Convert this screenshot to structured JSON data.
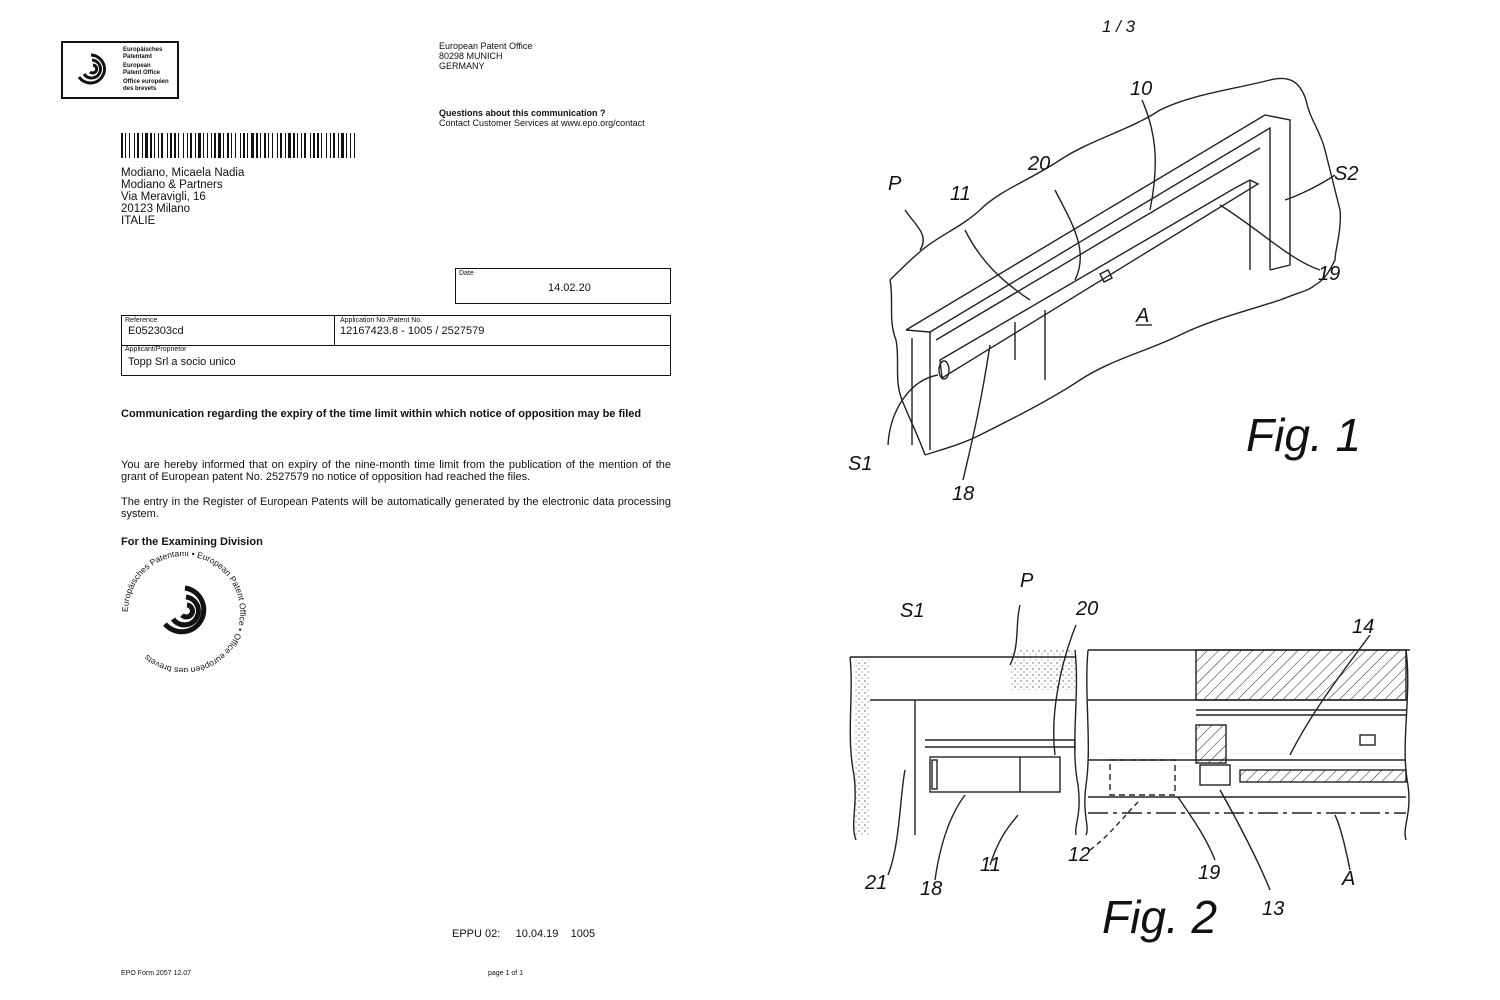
{
  "letter": {
    "logo_lines": [
      "Europäisches",
      "Patentamt",
      "European",
      "Patent Office",
      "Office européen",
      "des brevets"
    ],
    "office_address": [
      "European Patent Office",
      "80298 MUNICH",
      "GERMANY"
    ],
    "questions_title": "Questions about this communication ?",
    "questions_text": "Contact Customer Services at www.epo.org/contact",
    "recipient": [
      "Modiano, Micaela Nadia",
      "Modiano & Partners",
      "Via Meravigli, 16",
      "20123 Milano",
      "ITALIE"
    ],
    "date_label": "Date",
    "date_value": "14.02.20",
    "reference_label": "Reference",
    "reference_value": "E052303cd",
    "application_label": "Application No./Patent No.",
    "application_value": "12167423.8 - 1005 / 2527579",
    "applicant_label": "Applicant/Proprietor",
    "applicant_value": "Topp Srl a socio unico",
    "subject": "Communication regarding the expiry of the time limit within which notice of opposition may be filed",
    "paragraph1": "You are hereby informed that on expiry of the nine-month time limit from the publication of the mention of the grant of European patent No. 2527579 no notice of opposition had reached the files.",
    "paragraph2": "The entry in the Register of European Patents will be automatically generated by the electronic data processing system.",
    "signoff": "For the Examining Division",
    "seal_text": "Europäisches Patentamt • European Patent Office • Office européen des brevets",
    "footer_code": "EPPU 02:     10.04.19    1005",
    "form_id": "EPO Form 2057  12.07",
    "page_info": "page  1  of 1"
  },
  "drawings": {
    "sheet_number": "1 / 3",
    "fig1_caption": "Fig. 1",
    "fig2_caption": "Fig. 2",
    "fig1_labels": [
      "10",
      "20",
      "11",
      "P",
      "S2",
      "19",
      "A",
      "S1",
      "18"
    ],
    "fig2_labels": [
      "P",
      "S1",
      "20",
      "14",
      "21",
      "18",
      "11",
      "12",
      "19",
      "13",
      "A"
    ]
  }
}
